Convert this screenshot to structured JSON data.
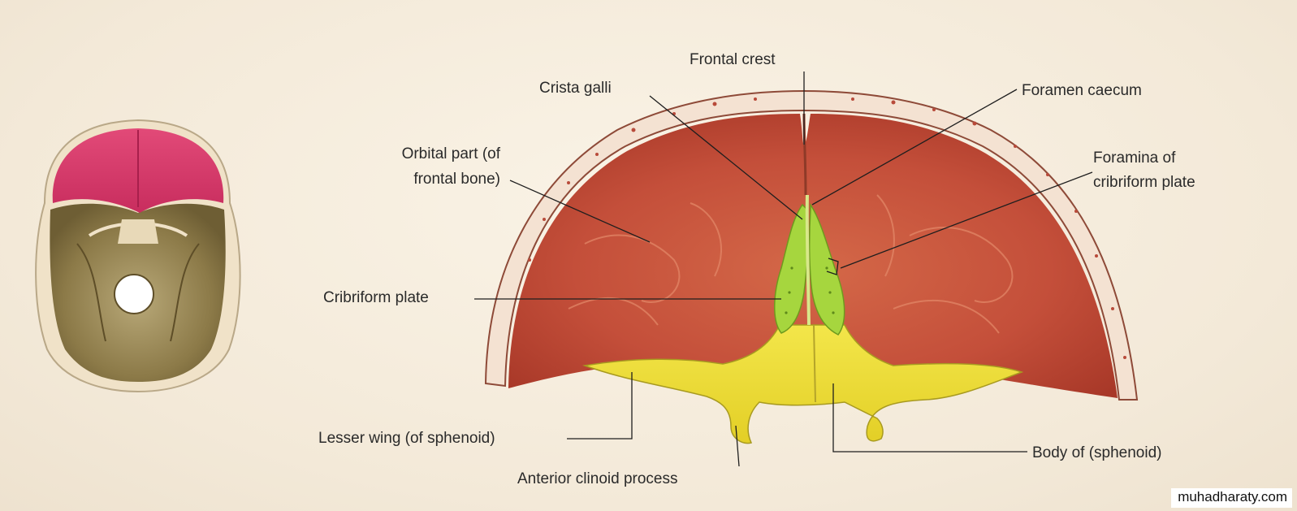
{
  "labels": {
    "frontal_crest": "Frontal crest",
    "crista_galli": "Crista galli",
    "foramen_caecum": "Foramen caecum",
    "orbital_part_line1": "Orbital part (of",
    "orbital_part_line2": "frontal bone)",
    "foramina_line1": "Foramina of",
    "foramina_line2": "cribriform plate",
    "cribriform_plate": "Cribriform plate",
    "lesser_wing": "Lesser wing (of sphenoid)",
    "body_of_sphenoid": "Body of (sphenoid)",
    "anterior_clinoid": "Anterior clinoid process"
  },
  "watermark": "muhadharaty.com",
  "colors": {
    "background": "#f4ebdc",
    "frontal_highlight": "#d83a6a",
    "orbital_fossa": "#c8523a",
    "cribriform": "#9fd43a",
    "sphenoid": "#f1e23a",
    "bone_rim": "#f2dcc8",
    "skull_base": "#8a7a4e"
  }
}
